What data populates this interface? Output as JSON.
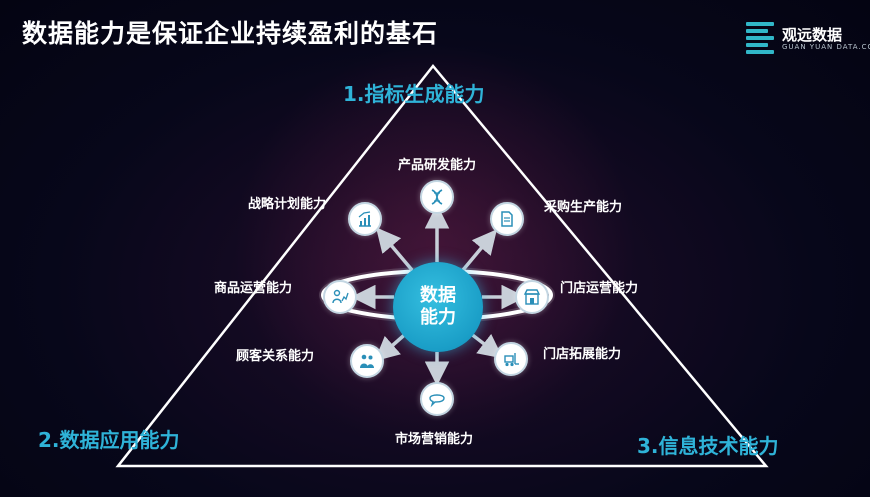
{
  "title": "数据能力是保证企业持续盈利的基石",
  "logo": {
    "name": "观远数据",
    "sub": "GUAN YUAN DATA.COM"
  },
  "corners": {
    "top": "1.指标生成能力",
    "left": "2.数据应用能力",
    "right": "3.信息技术能力"
  },
  "center": {
    "line1": "数据",
    "line2": "能力"
  },
  "capabilities": {
    "product_rd": "产品研发能力",
    "purchase": "采购生产能力",
    "strategy": "战略计划能力",
    "merch": "商品运营能力",
    "store_ops": "门店运营能力",
    "customer": "顾客关系能力",
    "store_expand": "门店拓展能力",
    "marketing": "市场营销能力"
  },
  "colors": {
    "accent": "#2fb3d8",
    "node_fill": "#1a9ec7",
    "line": "#c8cfd8",
    "bg": "#07071a"
  },
  "icons": {
    "product_rd": "dna-icon",
    "purchase": "document-icon",
    "strategy": "chart-target-icon",
    "merch": "user-chart-icon",
    "store_ops": "storefront-icon",
    "customer": "people-icon",
    "store_expand": "forklift-icon",
    "marketing": "chat-bubble-icon"
  }
}
